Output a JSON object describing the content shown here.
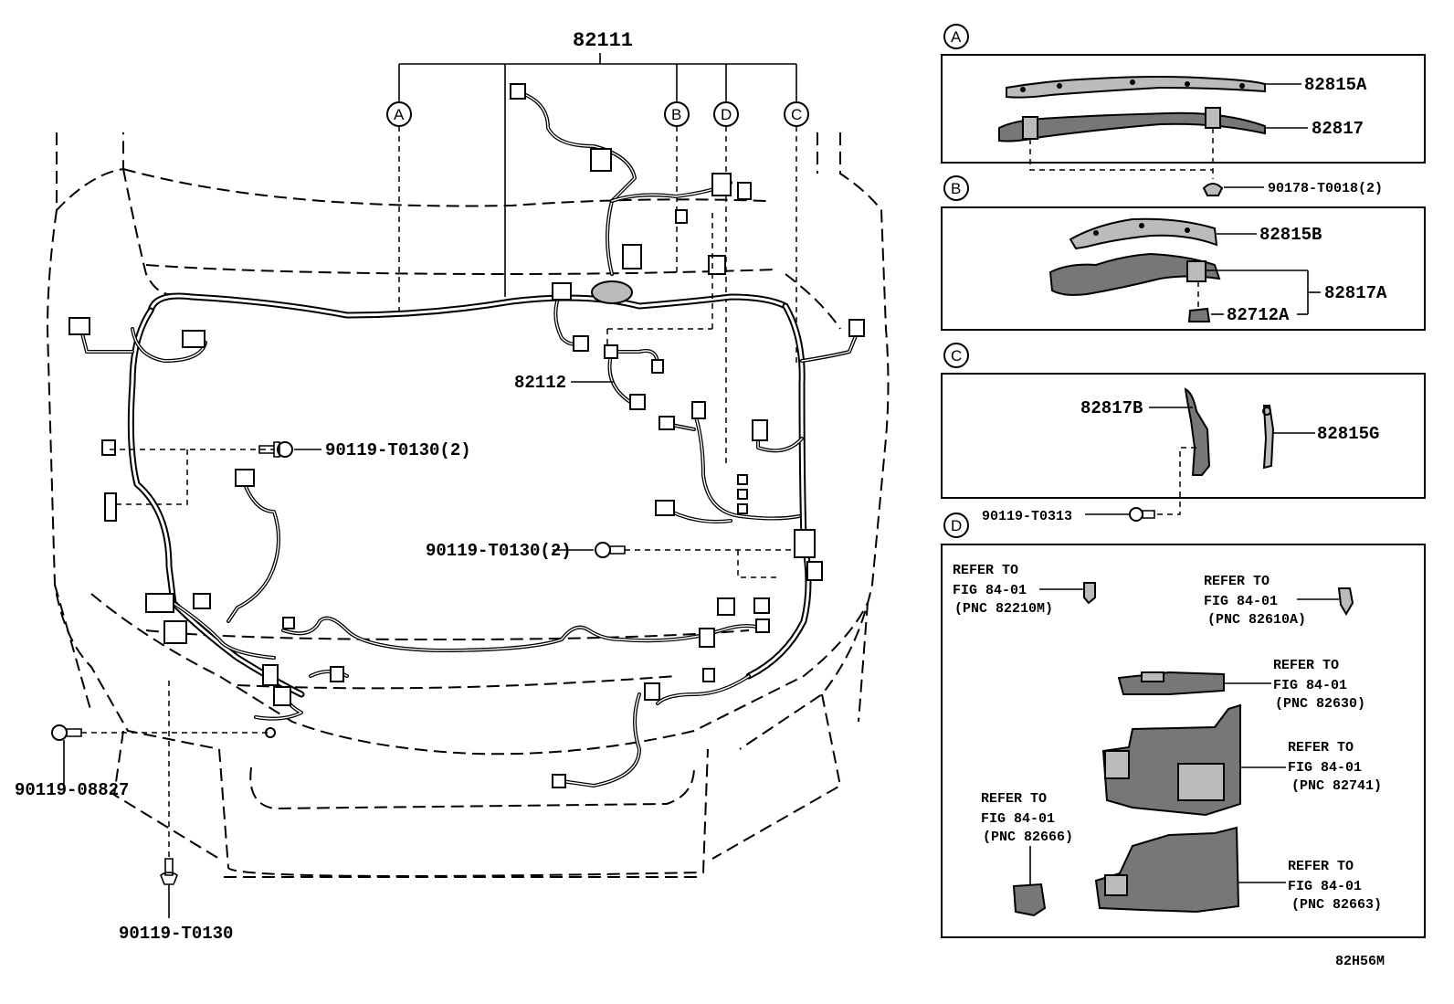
{
  "diagram_code": "82H56M",
  "main_harness": "82111",
  "sub_harness": "82112",
  "callouts": {
    "a": "A",
    "b": "B",
    "c": "C",
    "d": "D"
  },
  "fasteners": {
    "clamp_bolt_left": "90119-T0130(2)",
    "clamp_bolt_center": "90119-T0130(2)",
    "bolt_front_left": "90119-08827",
    "bolt_bottom": "90119-T0130",
    "clip_a": "90178-T0018(2)",
    "bolt_c": "90119-T0313"
  },
  "panel_a": {
    "protector": "82815A",
    "bracket": "82817"
  },
  "panel_b": {
    "protector": "82815B",
    "bracket": "82817A",
    "clamp": "82712A"
  },
  "panel_c": {
    "bracket": "82817B",
    "protector": "82815G"
  },
  "panel_d": {
    "refs": [
      {
        "line1": "REFER TO",
        "line2": "FIG 84-01",
        "pnc": "(PNC 82210M)"
      },
      {
        "line1": "REFER TO",
        "line2": "FIG 84-01",
        "pnc": "(PNC 82610A)"
      },
      {
        "line1": "REFER TO",
        "line2": "FIG 84-01",
        "pnc": "(PNC 82630)"
      },
      {
        "line1": "REFER TO",
        "line2": "FIG 84-01",
        "pnc": "(PNC 82741)"
      },
      {
        "line1": "REFER TO",
        "line2": "FIG 84-01",
        "pnc": "(PNC 82666)"
      },
      {
        "line1": "REFER TO",
        "line2": "FIG 84-01",
        "pnc": "(PNC 82663)"
      }
    ]
  }
}
